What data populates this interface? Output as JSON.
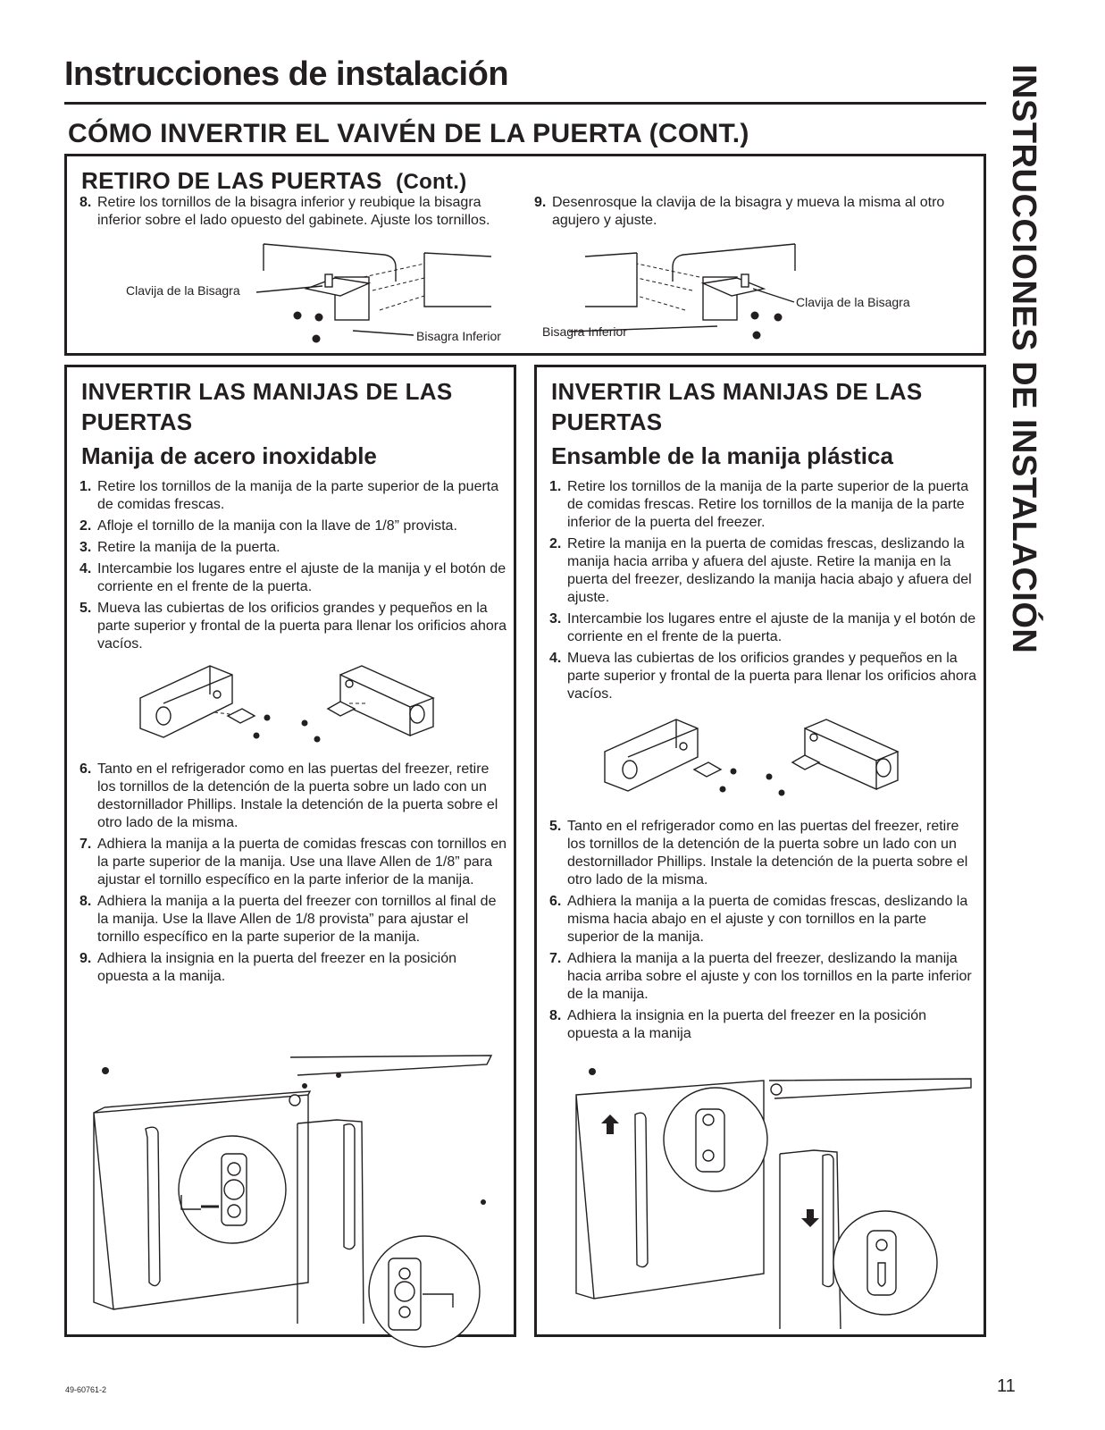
{
  "header": {
    "title": "Instrucciones de instalación",
    "section": "CÓMO INVERTIR EL VAIVÉN DE LA PUERTA (CONT.)",
    "side_title": "INSTRUCCIONES DE INSTALACIÓN"
  },
  "doors_removal": {
    "heading": "RETIRO DE LAS PUERTAS",
    "heading_suffix": "(Cont.)",
    "steps": [
      {
        "num": "8.",
        "text": "Retire los tornillos de la bisagra inferior y reubique la bisagra inferior sobre el lado opuesto del gabinete. Ajuste los tornillos."
      },
      {
        "num": "9.",
        "text": "Desenrosque la clavija de la bisagra y mueva la misma al otro agujero y ajuste."
      }
    ],
    "figure_left_labels": {
      "pin": "Clavija de la Bisagra",
      "hinge": "Bisagra Inferior"
    },
    "figure_right_labels": {
      "pin": "Clavija de la Bisagra",
      "hinge": "Bisagra Inferior"
    }
  },
  "left_panel": {
    "heading_line1": "INVERTIR LAS MANIJAS DE LAS",
    "heading_line2": "PUERTAS",
    "subheading": "Manija de acero inoxidable",
    "steps_a": [
      {
        "num": "1.",
        "text": "Retire los tornillos de la manija de la parte superior de la puerta de comidas frescas."
      },
      {
        "num": "2.",
        "text": "Afloje el tornillo de la manija con la llave de 1/8” provista."
      },
      {
        "num": "3.",
        "text": "Retire la manija de la puerta."
      },
      {
        "num": "4.",
        "text": "Intercambie los lugares entre el ajuste de la manija y el botón de corriente en el frente de la puerta."
      },
      {
        "num": "5.",
        "text": "Mueva las cubiertas de los orificios grandes y pequeños en la parte superior y frontal de la puerta para llenar los orificios ahora vacíos."
      }
    ],
    "steps_b": [
      {
        "num": "6.",
        "text": "Tanto en el refrigerador como en las puertas del freezer, retire los tornillos de la detención de la puerta sobre un lado con un destornillador Phillips. Instale la detención de la puerta sobre el otro lado de la misma."
      },
      {
        "num": "7.",
        "text": "Adhiera la manija a la puerta de comidas frescas con tornillos en la parte superior de la manija. Use una llave Allen de 1/8” para ajustar el tornillo específico en la parte inferior de la manija."
      },
      {
        "num": "8.",
        "text": "Adhiera la manija a la puerta del freezer con tornillos al final de la manija. Use la llave Allen de 1/8 provista” para ajustar el tornillo específico en la parte superior de la manija."
      },
      {
        "num": "9.",
        "text": "Adhiera la insignia en la puerta del freezer en la posición opuesta a la manija."
      }
    ]
  },
  "right_panel": {
    "heading_line1": "INVERTIR LAS MANIJAS DE LAS",
    "heading_line2": "PUERTAS",
    "subheading": "Ensamble de la manija plástica",
    "steps_a": [
      {
        "num": "1.",
        "text": "Retire los tornillos de la manija de la parte superior de la puerta de comidas frescas. Retire los tornillos de la manija de la parte inferior de la puerta del freezer."
      },
      {
        "num": "2.",
        "text": "Retire la manija en la puerta de comidas frescas, deslizando la manija hacia arriba y afuera del ajuste. Retire la manija en la puerta del freezer, deslizando la manija hacia abajo y afuera del ajuste."
      },
      {
        "num": "3.",
        "text": "Intercambie los lugares entre el ajuste de la manija y el botón de corriente en el frente de la puerta."
      },
      {
        "num": "4.",
        "text": "Mueva las cubiertas de los orificios grandes y pequeños en la parte superior y frontal de la puerta para llenar los orificios ahora vacíos."
      }
    ],
    "steps_b": [
      {
        "num": "5.",
        "text": "Tanto en el refrigerador como en las puertas del freezer, retire los tornillos de la detención de la puerta sobre un lado con un destornillador Phillips. Instale la detención de la puerta sobre el otro lado de la misma."
      },
      {
        "num": "6.",
        "text": "Adhiera la manija a la puerta de comidas frescas, deslizando la misma hacia abajo en el ajuste y con tornillos en la parte superior de la manija."
      },
      {
        "num": "7.",
        "text": "Adhiera la manija a la puerta del freezer, deslizando la manija hacia arriba sobre el ajuste y con los tornillos en la parte inferior de la manija."
      },
      {
        "num": "8.",
        "text": "Adhiera la insignia en la puerta del freezer en la posición opuesta a la manija"
      }
    ]
  },
  "footer": {
    "doc_number": "49-60761-2",
    "page_number": "11"
  }
}
